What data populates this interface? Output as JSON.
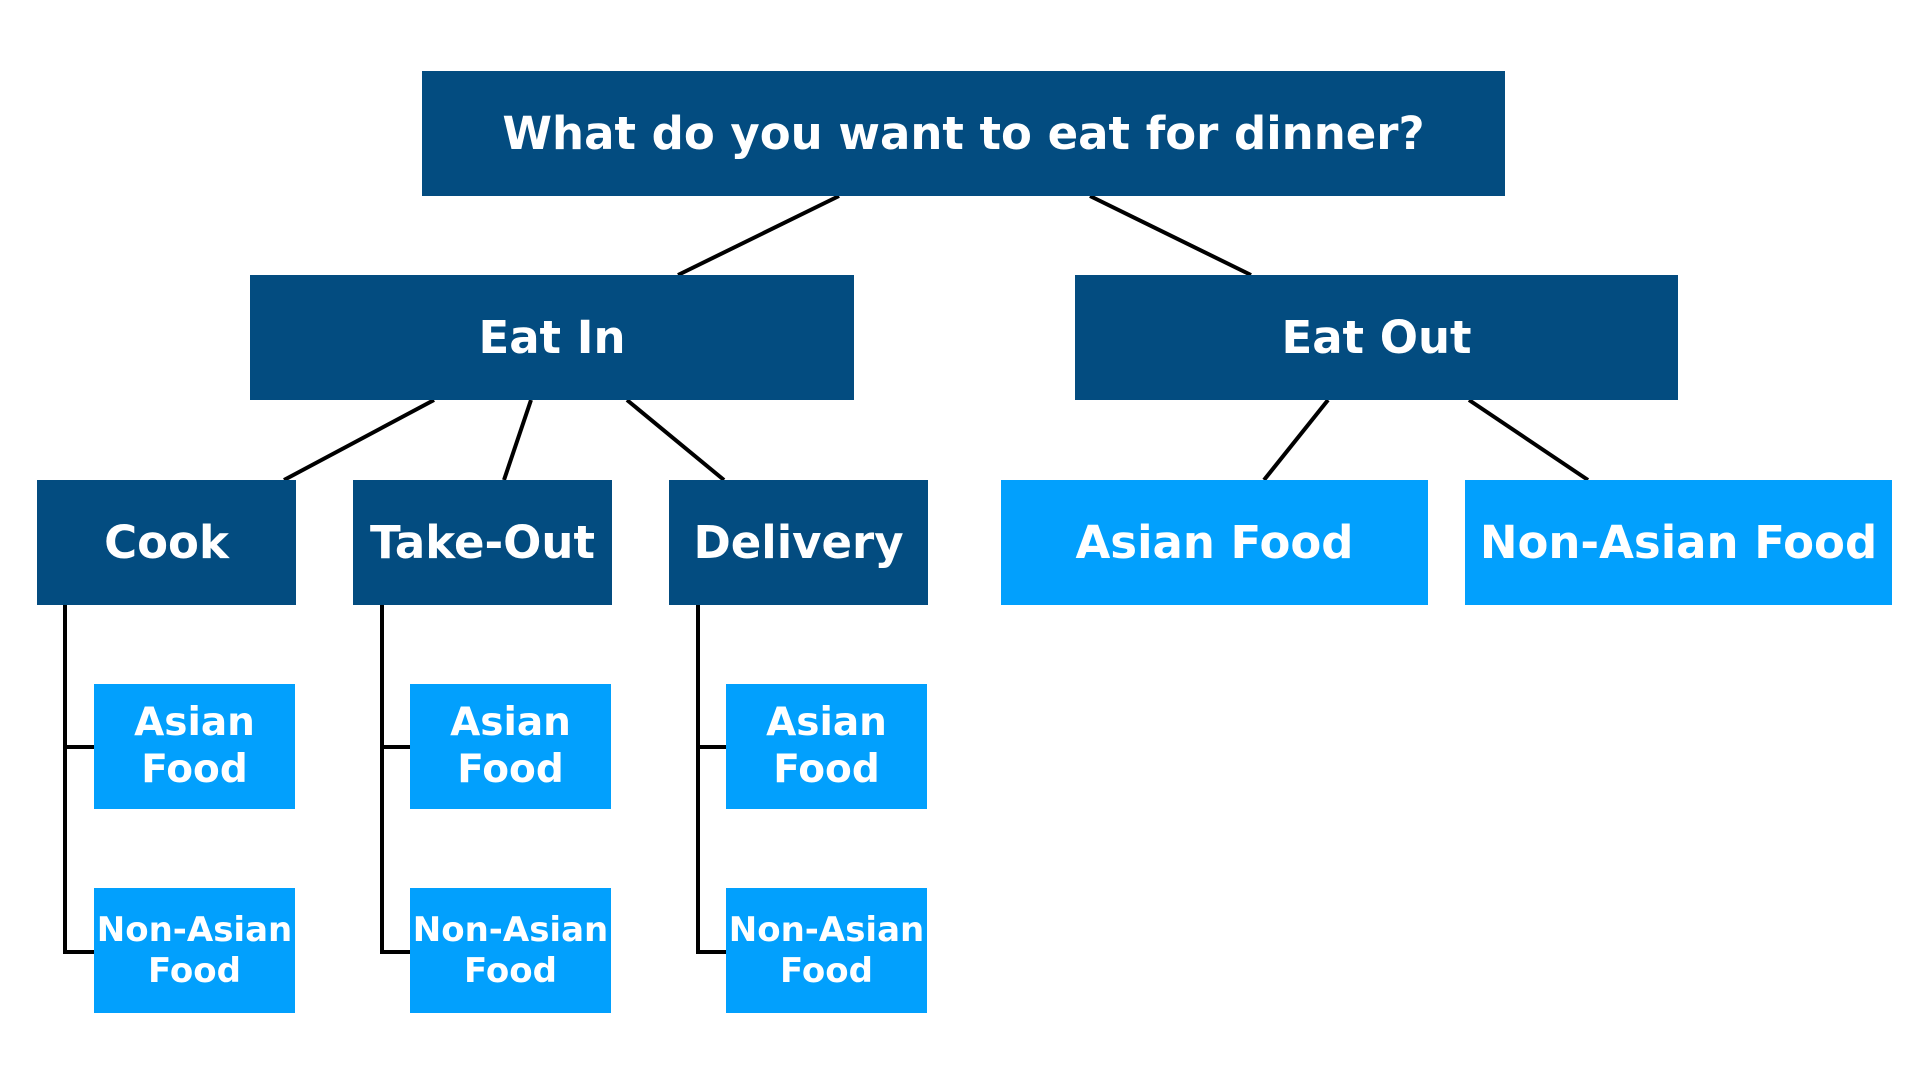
{
  "diagram": {
    "root": {
      "label": "What do you want to eat for dinner?"
    },
    "eat_in": {
      "label": "Eat In",
      "cook": {
        "label": "Cook",
        "asian": "Asian\nFood",
        "non_asian": "Non-Asian\nFood"
      },
      "take_out": {
        "label": "Take-Out",
        "asian": "Asian\nFood",
        "non_asian": "Non-Asian\nFood"
      },
      "delivery": {
        "label": "Delivery",
        "asian": "Asian\nFood",
        "non_asian": "Non-Asian\nFood"
      }
    },
    "eat_out": {
      "label": "Eat Out",
      "asian": "Asian Food",
      "non_asian": "Non-Asian Food"
    }
  },
  "colors": {
    "dark_box": "#034c80",
    "light_box": "#02a0fd",
    "connector": "#000000",
    "text": "#ffffff"
  }
}
